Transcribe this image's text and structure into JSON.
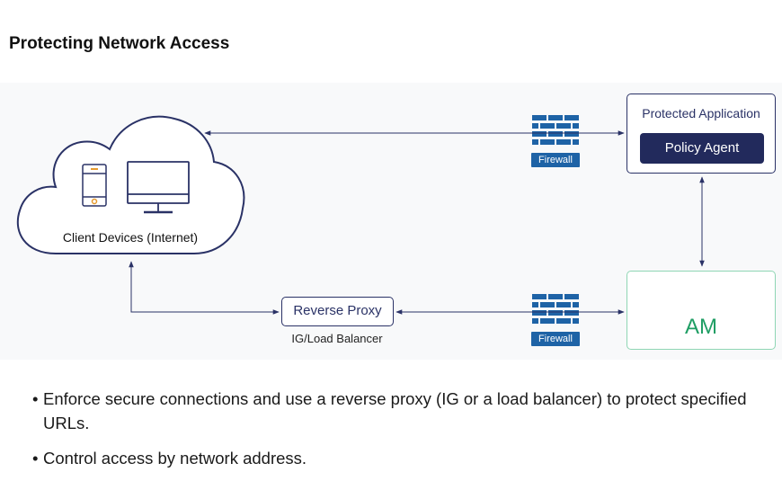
{
  "title": "Protecting Network Access",
  "diagram": {
    "cloud_label": "Client Devices (Internet)",
    "protected_app": {
      "title": "Protected Application",
      "agent": "Policy Agent"
    },
    "am": {
      "label": "AM"
    },
    "reverse_proxy": {
      "label": "Reverse Proxy",
      "sublabel": "IG/Load Balancer"
    },
    "firewall_label": "Firewall",
    "colors": {
      "navy": "#2a3266",
      "firewall_blue": "#1e63a6",
      "am_green": "#1f9e64",
      "am_red": "#d8342c",
      "cloud_stroke": "#2a3266"
    }
  },
  "bullets": [
    "Enforce secure connections and use a reverse proxy (IG or a load balancer) to protect specified URLs.",
    "Control access by network address."
  ]
}
